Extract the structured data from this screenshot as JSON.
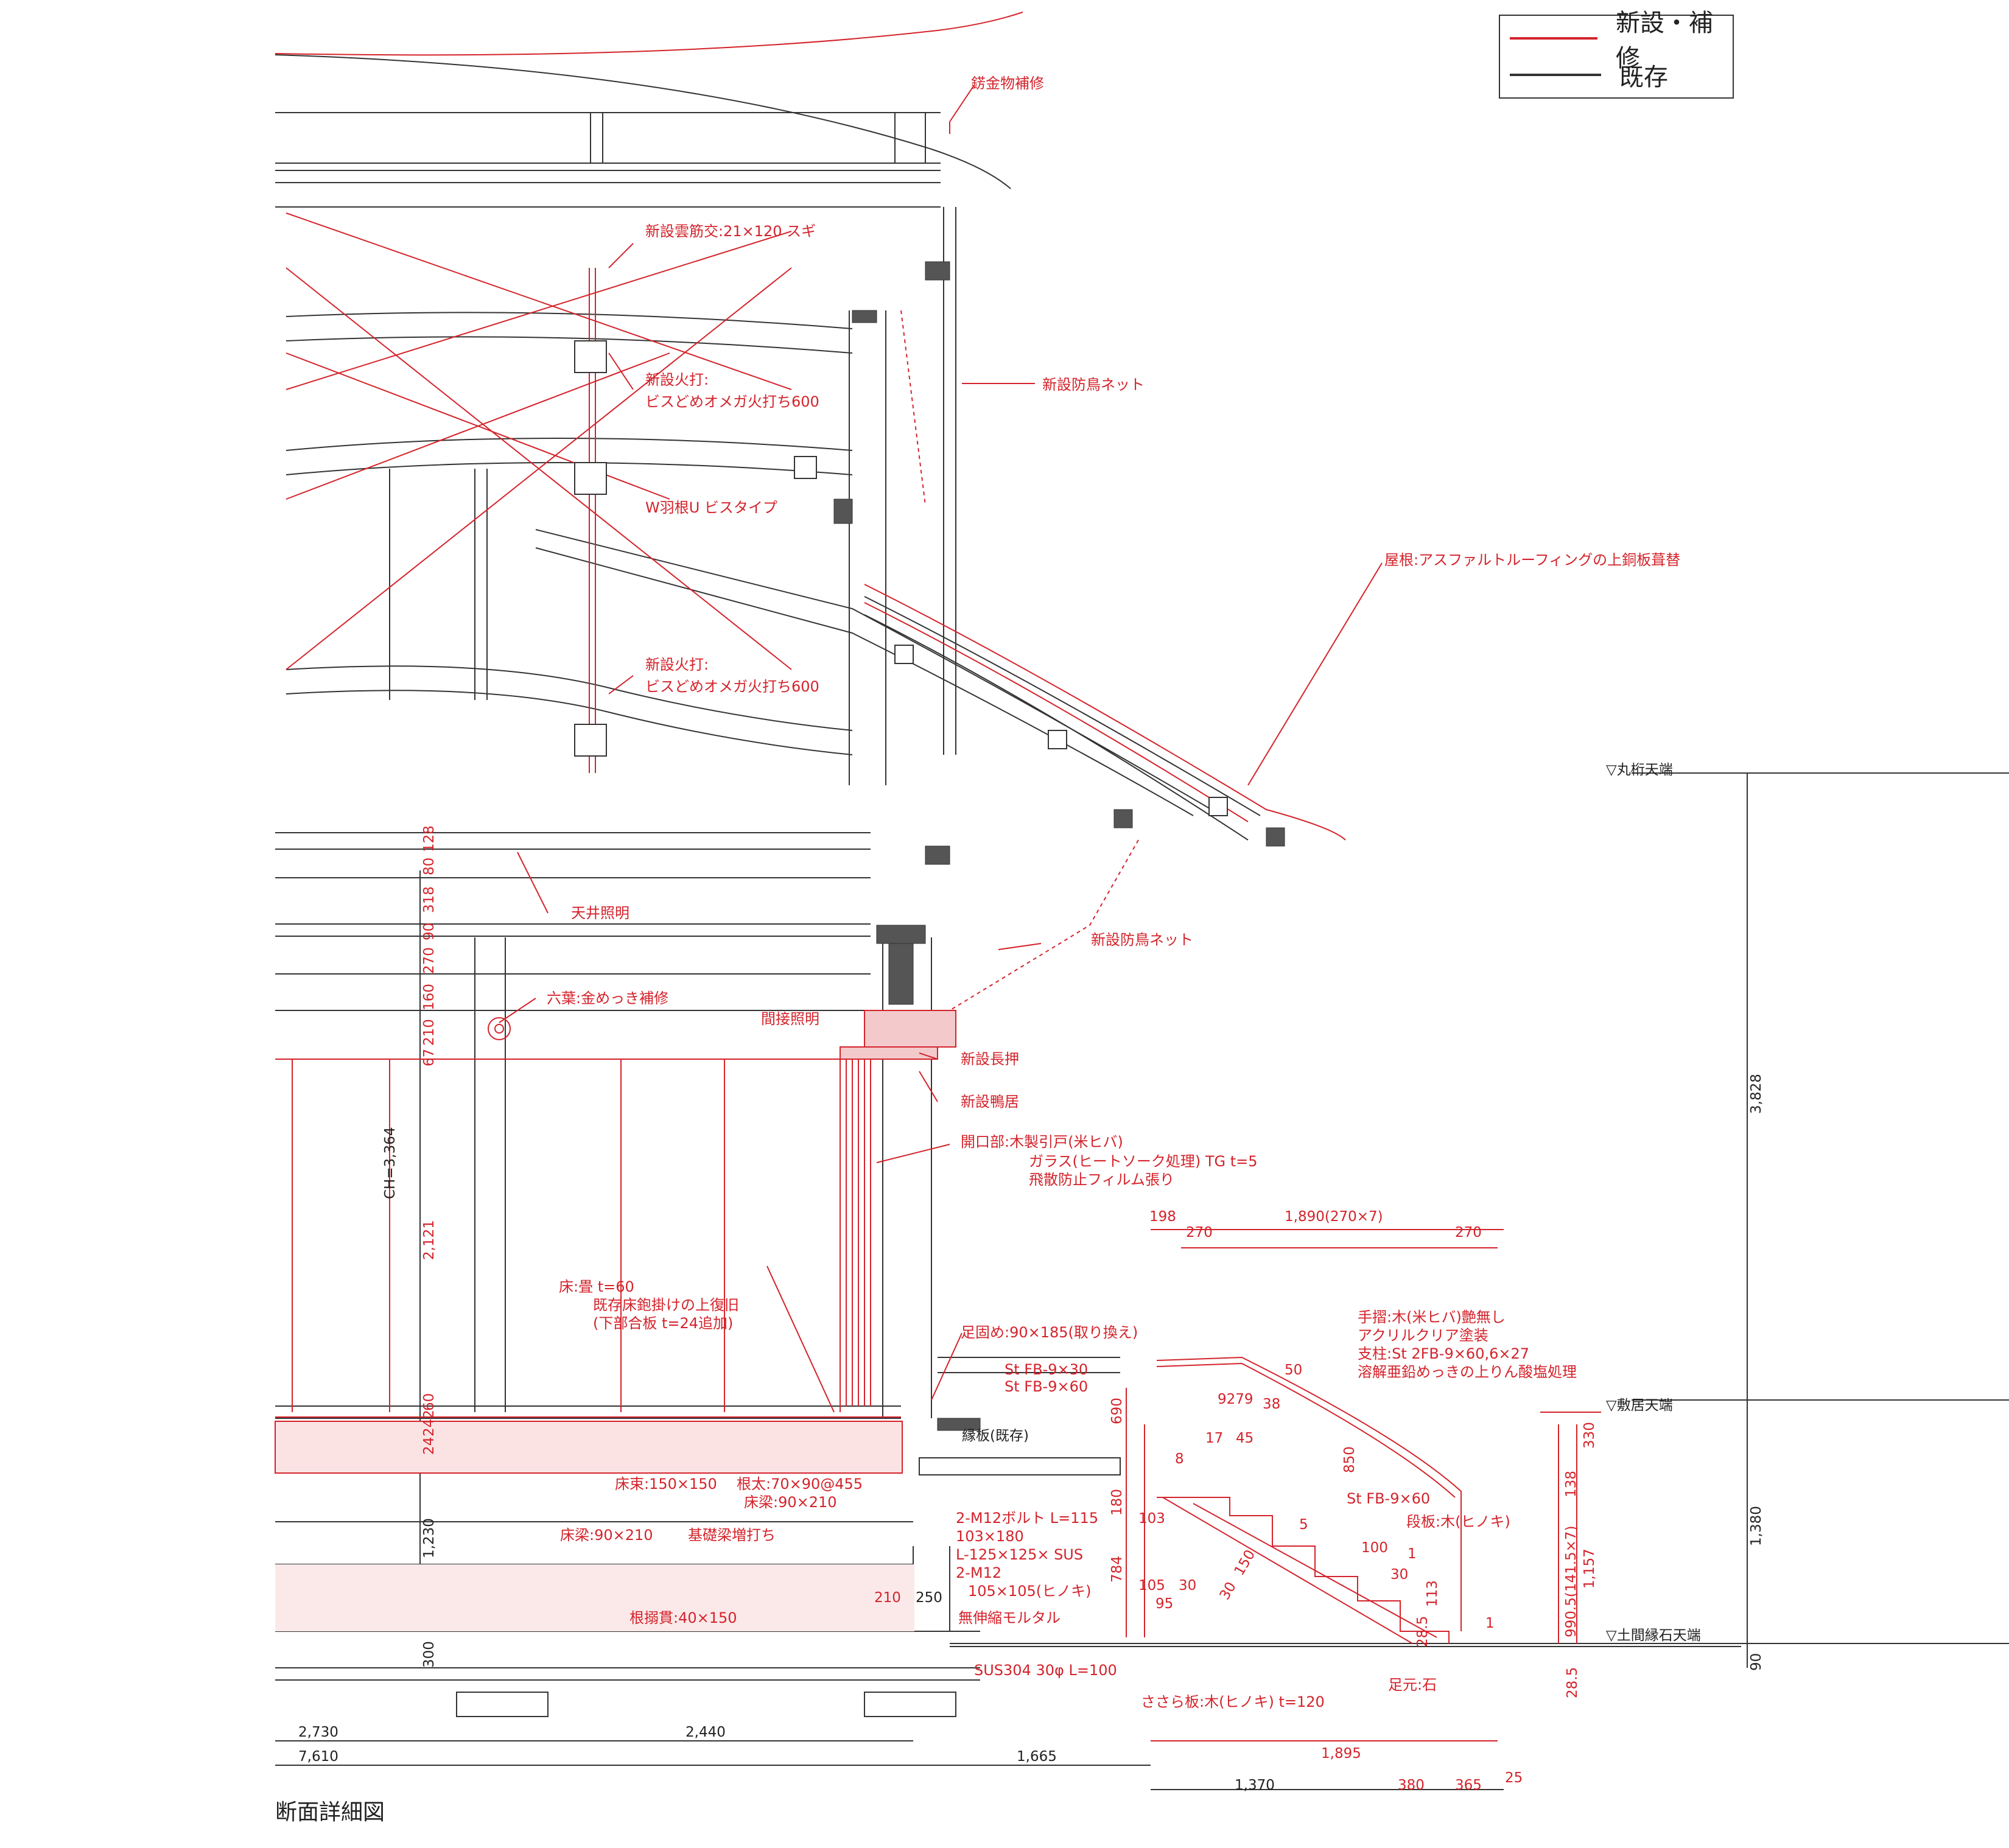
{
  "legend": {
    "items": [
      {
        "label": "新設・補修",
        "color": "#d4232b"
      },
      {
        "label": "既存",
        "color": "#333333"
      }
    ]
  },
  "caption": "断面詳細図",
  "colors": {
    "new_repair": "#d4232b",
    "existing": "#333333"
  },
  "notes": {
    "rust_repair": "錺金物補修",
    "cloud_brace": "新設雲筋交:21×120 スギ",
    "hiuchi_top_1": "新設火打:",
    "hiuchi_top_2": "ビスどめオメガ火打ち600",
    "bird_net_top": "新設防鳥ネット",
    "w_hane": "W羽根U ビスタイプ",
    "roof": "屋根:アスファルトルーフィングの上銅板葺替",
    "hiuchi_mid_1": "新設火打:",
    "hiuchi_mid_2": "ビスどめオメガ火打ち600",
    "ceiling_light": "天井照明",
    "bird_net_mid": "新設防鳥ネット",
    "rokuyo": "六葉:金めっき補修",
    "indirect_light": "間接照明",
    "nageshi": "新設長押",
    "kamoi": "新設鴨居",
    "opening_1": "開口部:木製引戸(米ヒバ)",
    "opening_2": "ガラス(ヒートソーク処理) TG t=5",
    "opening_3": "飛散防止フィルム張り",
    "floor_1": "床:畳 t=60",
    "floor_2": "既存床鉋掛けの上復旧",
    "floor_3": "(下部合板 t=24追加)",
    "ashigatame": "足固め:90×185(取り換え)",
    "stfb_30": "St FB-9×30",
    "stfb_60": "St FB-9×60",
    "engawa": "縁板(既存)",
    "handrail_1": "手摺:木(米ヒバ)艶無し",
    "handrail_2": "アクリルクリア塗装",
    "handrail_3": "支柱:St 2FB-9×60,6×27",
    "handrail_4": "溶解亜鉛めっきの上りん酸塩処理",
    "floor_post": "床束:150×150",
    "netaru": "根太:70×90@455",
    "yukahari_r": "床梁:90×210",
    "yukahari_l": "床梁:90×210",
    "kiso": "基礎梁増打ち",
    "bolt_1": "2-M12ボルト L=115",
    "bolt_2": "103×180",
    "bolt_3": "L-125×125× SUS",
    "bolt_4": "2-M12",
    "bolt_5": "105×105(ヒノキ)",
    "mortar": "無伸縮モルタル",
    "negarami": "根搦貫:40×150",
    "stfb_step": "St FB-9×60",
    "tread": "段板:木(ヒノキ)",
    "sus": "SUS304 30φ L=100",
    "sasara": "ささら板:木(ヒノキ) t=120",
    "ashimoto": "足元:石"
  },
  "levels": {
    "marugeta": "▽丸桁天端",
    "shikii": "▽敷居天端",
    "doma": "▽土間縁石天端"
  },
  "dims": {
    "ch": "CH=3,364",
    "v_128": "128",
    "v_80": "80",
    "v_318": "318",
    "v_90a": "90",
    "v_270": "270",
    "v_160": "160",
    "v_210": "210",
    "v_67": "67",
    "v_2121": "2,121",
    "v_60": "60",
    "v_242": "242",
    "v_24": "24",
    "v_1230": "1,230",
    "v_300": "300",
    "v_3828": "3,828",
    "v_1380": "1,380",
    "v_90b": "90",
    "v_330": "330",
    "v_138": "138",
    "v_990": "990.5(141.5×7)",
    "v_1157": "1,157",
    "v_285r": "28.5",
    "v_690": "690",
    "v_180": "180",
    "v_784": "784",
    "v_850": "850",
    "h_198": "198",
    "h_1890": "1,890(270×7)",
    "h_270a": "270",
    "h_270b": "270",
    "h_9279": "9279",
    "h_38": "38",
    "h_50": "50",
    "h_17": "17",
    "h_45": "45",
    "h_8": "8",
    "h_103": "103",
    "h_5": "5",
    "h_100": "100",
    "h_1a": "1",
    "h_30": "30",
    "h_113": "113",
    "h_285": "28.5",
    "h_1b": "1",
    "h_105": "105",
    "h_30b": "30",
    "h_95": "95",
    "h_30c": "30",
    "h_150": "150",
    "h_210": "210",
    "h_250": "250",
    "b_2730": "2,730",
    "b_2440": "2,440",
    "b_7610": "7,610",
    "b_1665": "1,665",
    "b_1895": "1,895",
    "b_1370": "1,370",
    "b_380": "380",
    "b_365": "365",
    "b_25": "25"
  }
}
